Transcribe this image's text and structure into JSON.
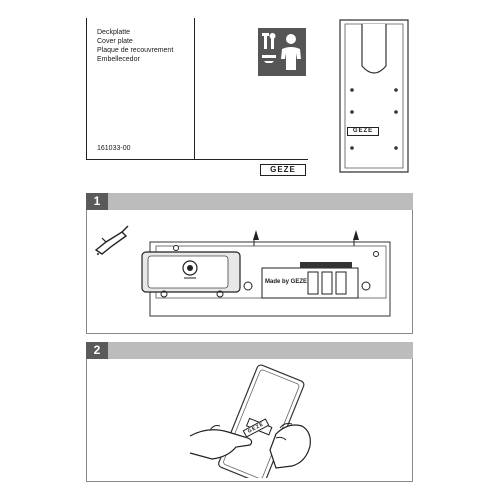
{
  "product": {
    "names": [
      "Deckplatte",
      "Cover plate",
      "Plaque de recouvrement",
      "Embellecedor"
    ],
    "part_number": "161033-00",
    "brand": "GEZE"
  },
  "steps": [
    {
      "number": "1",
      "made_by_text": "Made by GEZE"
    },
    {
      "number": "2"
    }
  ],
  "icons": {
    "tools": "tools-icon",
    "installer": "installer-person-icon",
    "glue_gun": "glue-gun-icon"
  },
  "colors": {
    "step_bar": "#bcbcbc",
    "step_number_bg": "#5a5a5a",
    "icon_bg": "#555555"
  }
}
